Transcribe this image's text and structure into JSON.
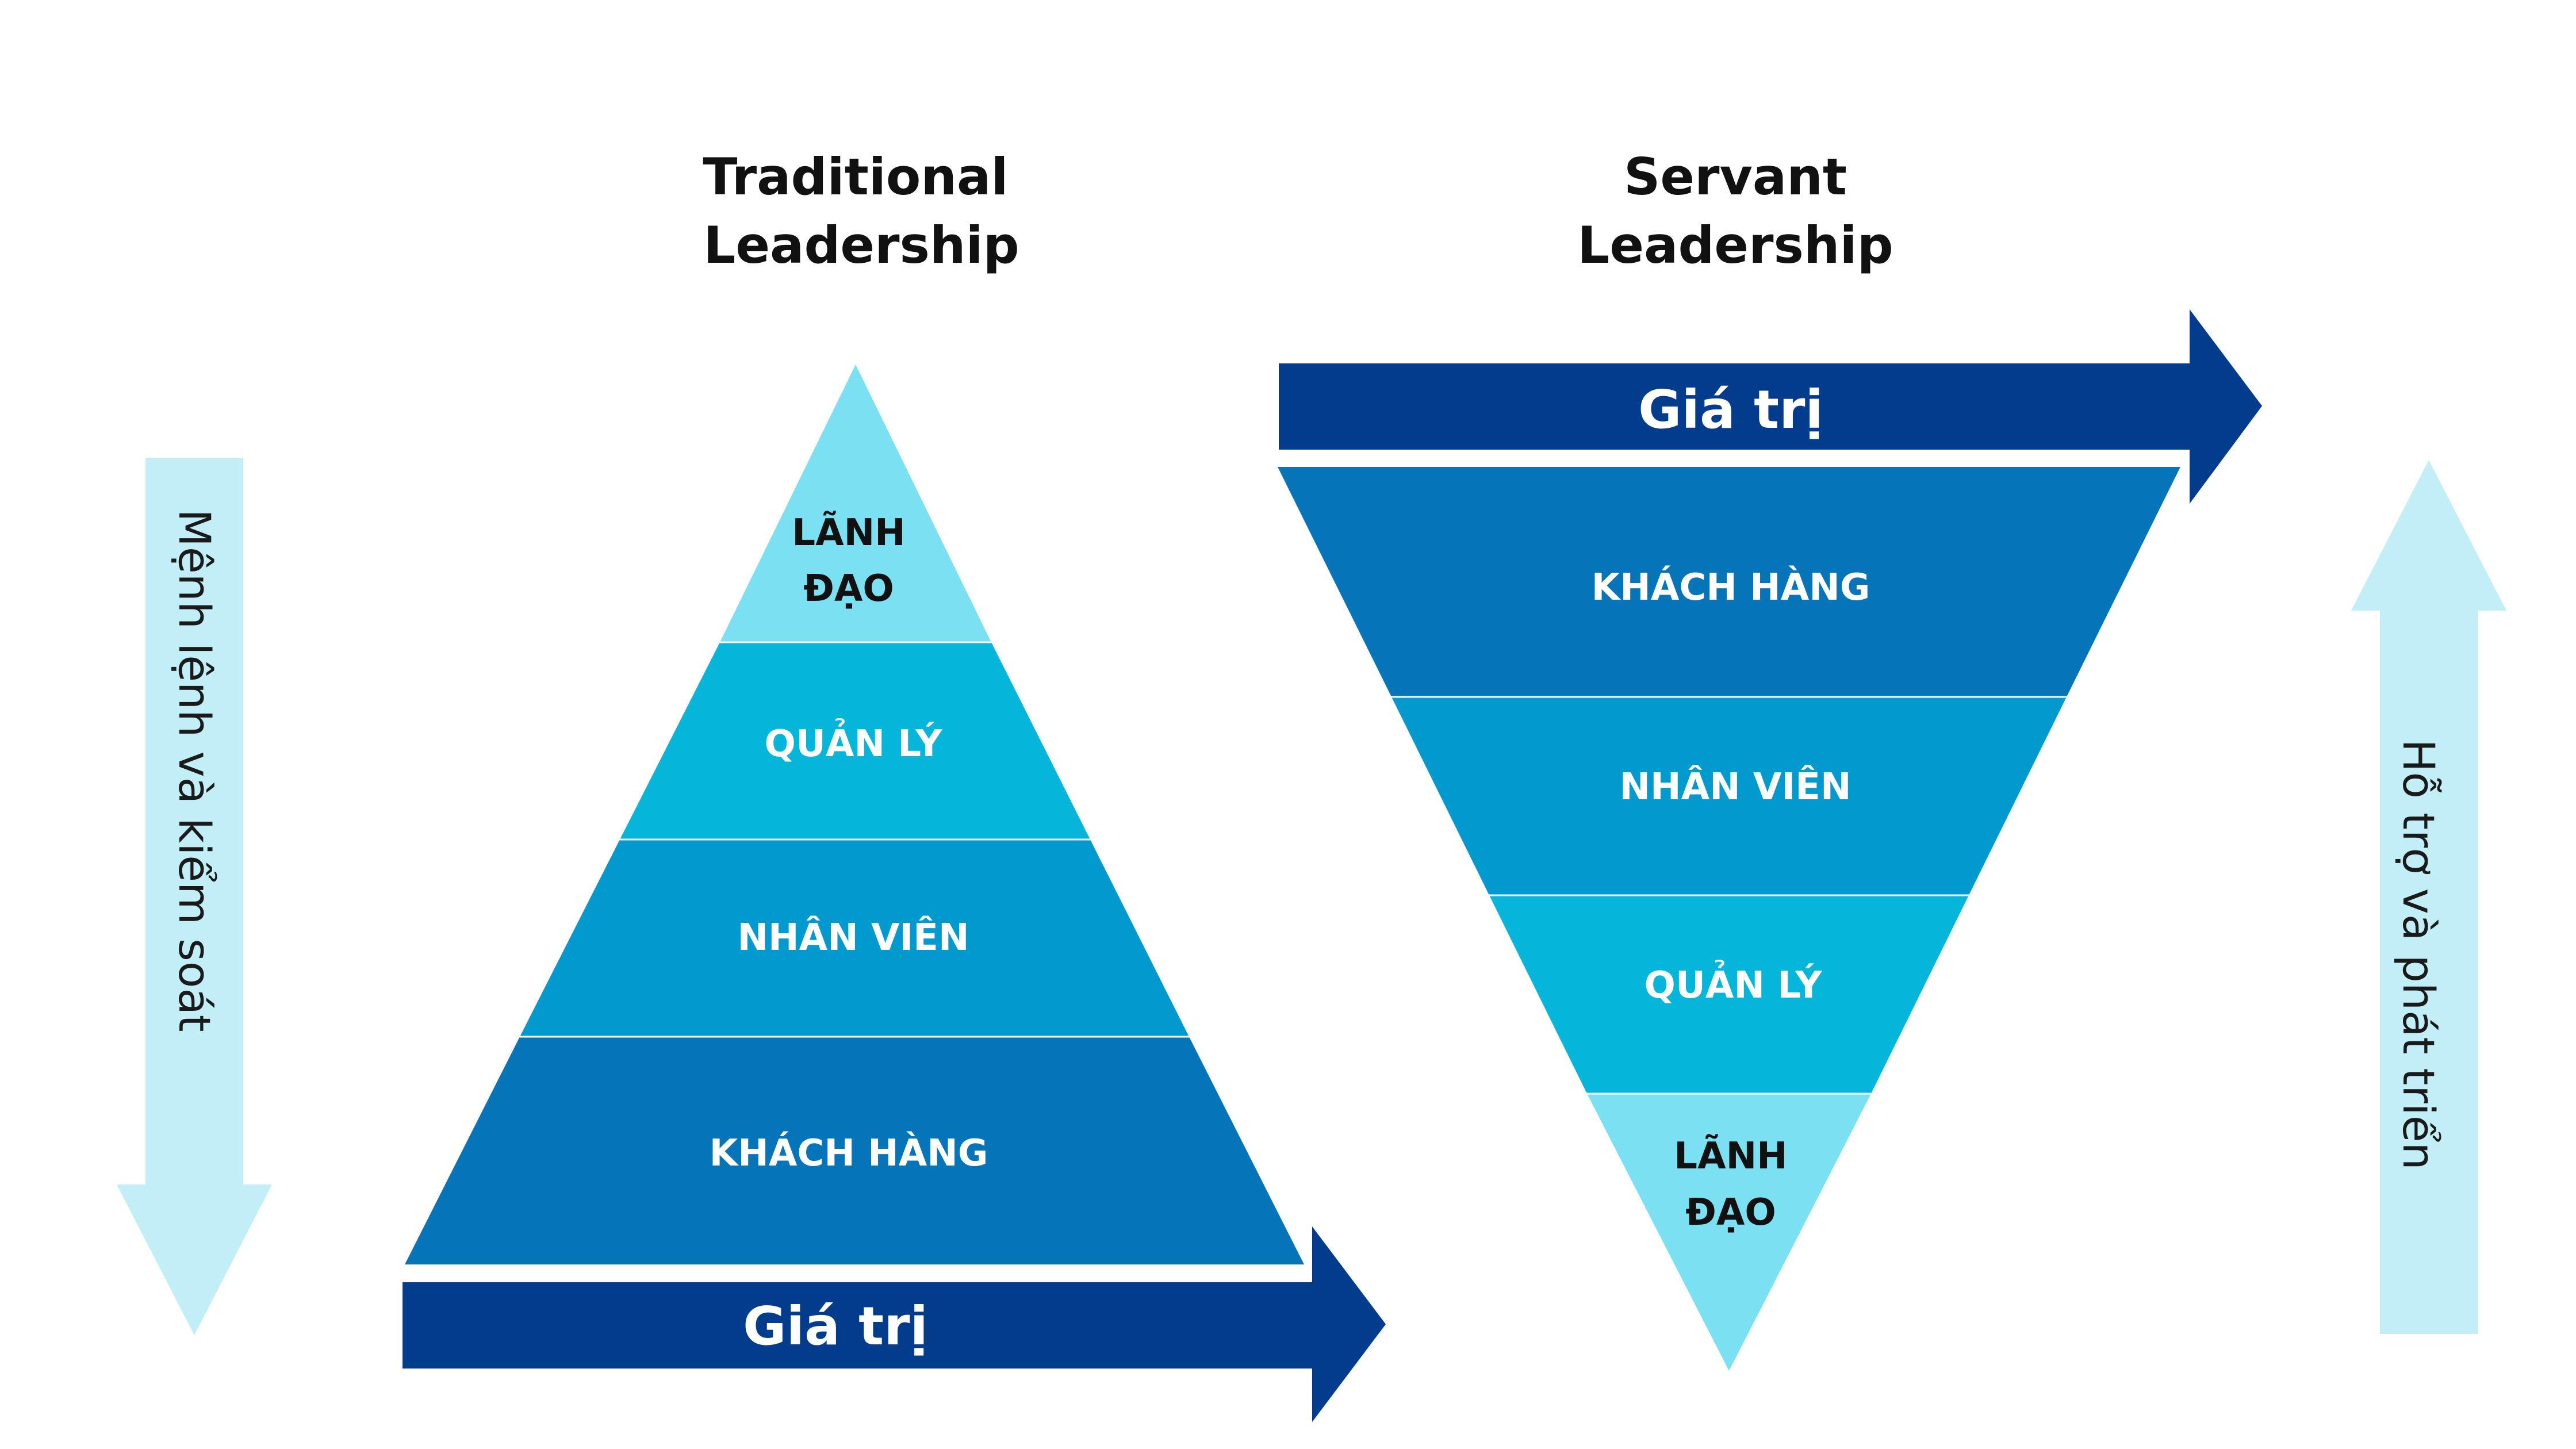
{
  "colors": {
    "top_level": "#7ae0f2",
    "second_level": "#06b5da",
    "third_level": "#0299cf",
    "bottom_level": "#0574b8",
    "value_arrow": "#033c8c",
    "side_arrow": "#c2eff7",
    "dark_text": "#111111",
    "light_text": "#ffffff"
  },
  "traditional": {
    "title_line1": "Traditional",
    "title_line2": "Leadership",
    "levels": [
      {
        "line1": "LÃNH",
        "line2": "ĐẠO"
      },
      {
        "line1": "QUẢN LÝ"
      },
      {
        "line1": "NHÂN VIÊN"
      },
      {
        "line1": "KHÁCH HÀNG"
      }
    ],
    "value_label": "Giá trị",
    "side_label": "Mệnh lệnh và kiểm soát",
    "side_arrow_direction": "down"
  },
  "servant": {
    "title_line1": "Servant",
    "title_line2": "Leadership",
    "levels": [
      {
        "line1": "KHÁCH HÀNG"
      },
      {
        "line1": "NHÂN VIÊN"
      },
      {
        "line1": "QUẢN LÝ"
      },
      {
        "line1": "LÃNH",
        "line2": "ĐẠO"
      }
    ],
    "value_label": "Giá trị",
    "side_label": "Hỗ trợ và phát triển",
    "side_arrow_direction": "up"
  }
}
